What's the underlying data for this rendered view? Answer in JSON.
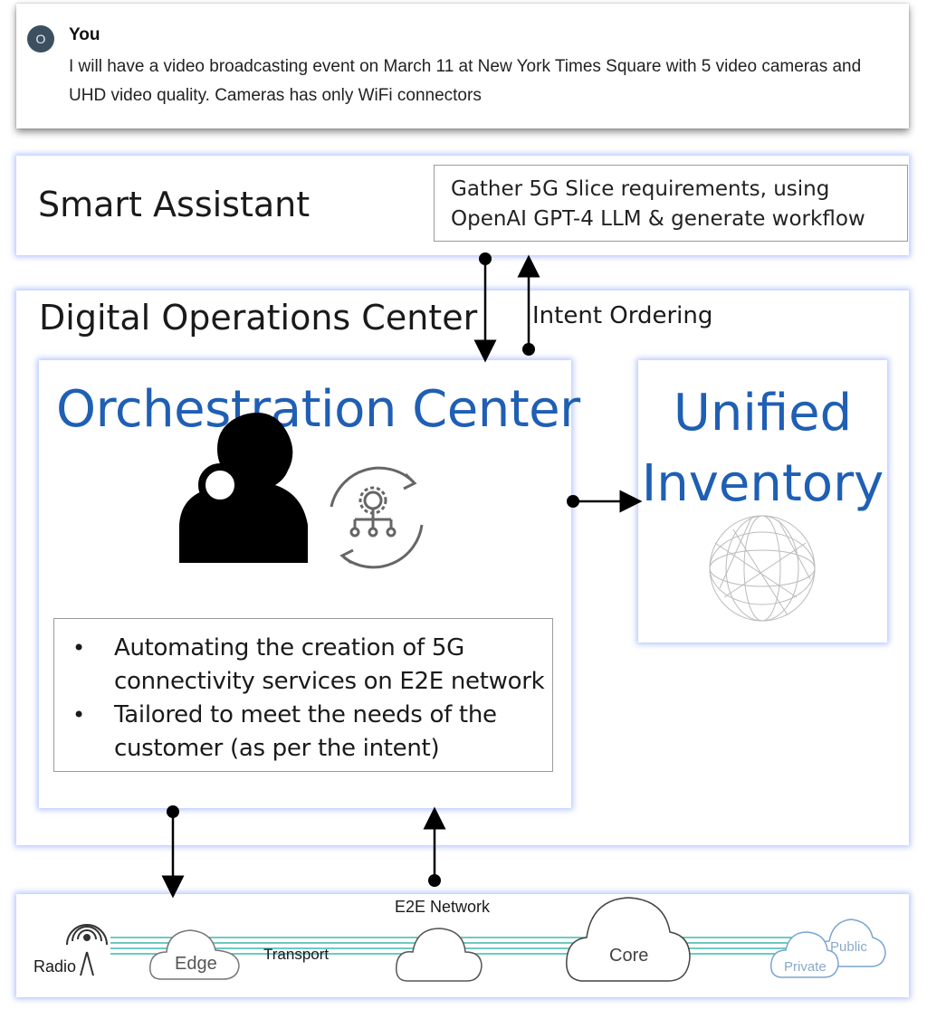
{
  "chat": {
    "avatar_initial": "O",
    "sender": "You",
    "message": "I will have a video broadcasting event on March 11 at New York Times Square with 5 video cameras and UHD video quality. Cameras has only WiFi connectors"
  },
  "smart_assistant": {
    "title": "Smart Assistant",
    "description_line1": "Gather 5G Slice requirements, using",
    "description_line2": "OpenAI GPT-4 LLM & generate workflow"
  },
  "digital_operations_center": {
    "title": "Digital Operations Center",
    "intent_label": "Intent Ordering"
  },
  "orchestration_center": {
    "title": "Orchestration Center",
    "bullets": [
      "Automating the creation of 5G connectivity services on E2E network",
      "Tailored to meet the needs of the customer (as per the intent)"
    ],
    "bullet_char": "•"
  },
  "unified_inventory": {
    "title_line1": "Unified",
    "title_line2": "Inventory"
  },
  "network": {
    "e2e_label": "E2E Network",
    "radio": "Radio",
    "edge": "Edge",
    "transport": "Transport",
    "core": "Core",
    "public": "Public",
    "private": "Private"
  },
  "colors": {
    "accent_blue": "#1f5fb4",
    "panel_glow": "#7896ff",
    "network_lines": "#3fb8b0",
    "avatar": "#3c5060"
  },
  "icons": [
    "person-magnifier-icon",
    "gear-workflow-cycle-icon",
    "mesh-sphere-icon",
    "radio-antenna-icon",
    "cloud-icon"
  ]
}
